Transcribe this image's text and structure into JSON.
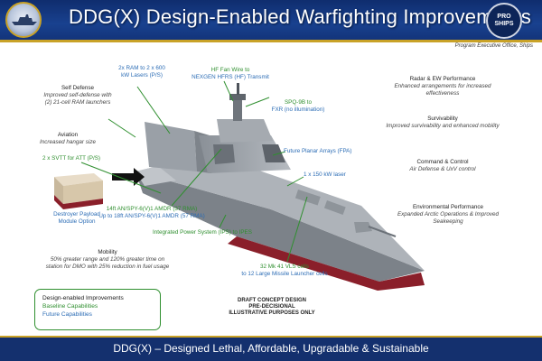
{
  "header": {
    "title": "DDG(X) Design-Enabled Warfighting Improvements",
    "right_logo_text": "PRO SHIPS",
    "peo": "Program Executive Office, Ships"
  },
  "annotations": {
    "ram": [
      "2x RAM to 2 x 600",
      "kW Lasers (P/S)"
    ],
    "hf": [
      "HF Fan Wire to",
      "NEXGEN HFRS (HF) Transmit"
    ],
    "spq": [
      "SPQ-9B to",
      "FXR (no illumination)"
    ],
    "self_defense": {
      "title": "Self Defense",
      "text": [
        "Improved self-defense with",
        "(2) 21-cell RAM launchers"
      ]
    },
    "aviation": {
      "title": "Aviation",
      "text": [
        "Increased hangar size"
      ]
    },
    "svtt": "2 x SVTT for ATT (P/S)",
    "payload": [
      "Destroyer Payload",
      "Module Option"
    ],
    "amdr": [
      "14ft AN/SPY-6(V)1 AMDR (37 RMA)",
      "Up to 18ft AN/SPY-6(V)1 AMDR (57 RMA)"
    ],
    "fpa": "Future Planar Arrays (FPA)",
    "laser": "1 x 150 kW laser",
    "ips": "Integrated Power System (IPS) to IPES",
    "vls": [
      "32 Mk 41 VLS cells",
      "to 12 Large Missile Launcher cells"
    ],
    "mobility": {
      "title": "Mobility",
      "text": [
        "50% greater range and 120% greater time on",
        "station for DMO with 25% reduction in fuel usage"
      ]
    },
    "radar": {
      "title": "Radar & EW Performance",
      "text": [
        "Enhanced arrangements for increased",
        "effectiveness"
      ]
    },
    "survivability": {
      "title": "Survivability",
      "text": [
        "Improved survivability and enhanced mobility"
      ]
    },
    "c2": {
      "title": "Command & Control",
      "text": [
        "Air Defense & UxV control"
      ]
    },
    "env": {
      "title": "Environmental Performance",
      "text": [
        "Expanded Arctic Operations & Improved",
        "Seakeeping"
      ]
    }
  },
  "legend": {
    "design": "Design-enabled Improvements",
    "baseline": "Baseline Capabilities",
    "future": "Future Capabilities"
  },
  "draft": [
    "DRAFT CONCEPT DESIGN",
    "PRE-DECISIONAL",
    "ILLUSTRATIVE PURPOSES ONLY"
  ],
  "footer": {
    "text": "DDG(X) – Designed Lethal, Affordable, Upgradable & Sustainable"
  },
  "colors": {
    "green": "#2f8f2f",
    "blue": "#2b6cb5",
    "navy": "#14306e",
    "gold": "#c9a227"
  }
}
